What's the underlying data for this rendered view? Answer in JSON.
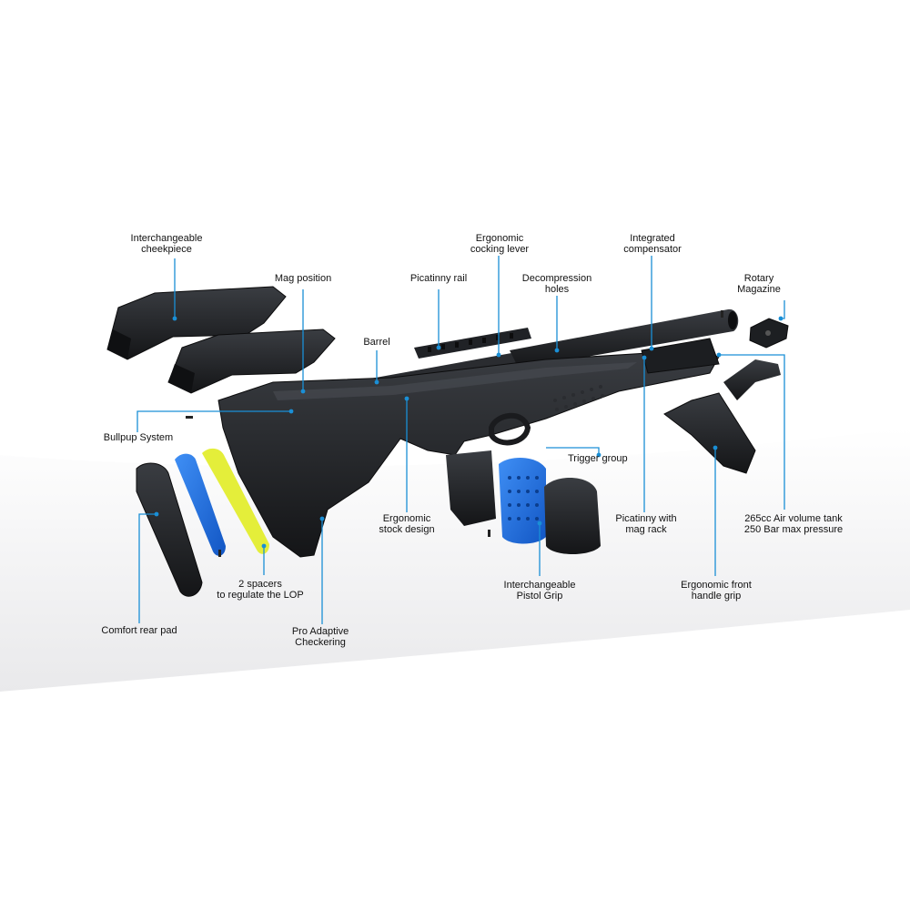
{
  "labels": {
    "cheekpiece": [
      "Interchangeable",
      "cheekpiece"
    ],
    "mag_position": [
      "Mag position"
    ],
    "barrel": [
      "Barrel"
    ],
    "picatinny_rail": [
      "Picatinny rail"
    ],
    "cocking_lever": [
      "Ergonomic",
      "cocking lever"
    ],
    "decompression_holes": [
      "Decompression",
      "holes"
    ],
    "compensator": [
      "Integrated",
      "compensator"
    ],
    "rotary_magazine": [
      "Rotary",
      "Magazine"
    ],
    "bullpup_system": [
      "Bullpup System"
    ],
    "trigger_group": [
      "Trigger group"
    ],
    "stock_design": [
      "Ergonomic",
      "stock design"
    ],
    "picatinny_mag_rack": [
      "Picatinny with",
      "mag rack"
    ],
    "air_tank": [
      "265cc Air volume tank",
      "250 Bar max pressure"
    ],
    "spacers": [
      "2 spacers",
      "to regulate the LOP"
    ],
    "pistol_grip": [
      "Interchangeable",
      "Pistol Grip"
    ],
    "front_grip": [
      "Ergonomic front",
      "handle grip"
    ],
    "rear_pad": [
      "Comfort rear pad"
    ],
    "checkering": [
      "Pro Adaptive",
      "Checkering"
    ]
  },
  "colors": {
    "leader": "#1a8fd6",
    "body": "#1b1d20",
    "body_highlight": "#3a3d42",
    "blue_part": "#1f6fe0",
    "yellow_part": "#e4ee3a",
    "background_swoosh": "#eeeeef"
  }
}
